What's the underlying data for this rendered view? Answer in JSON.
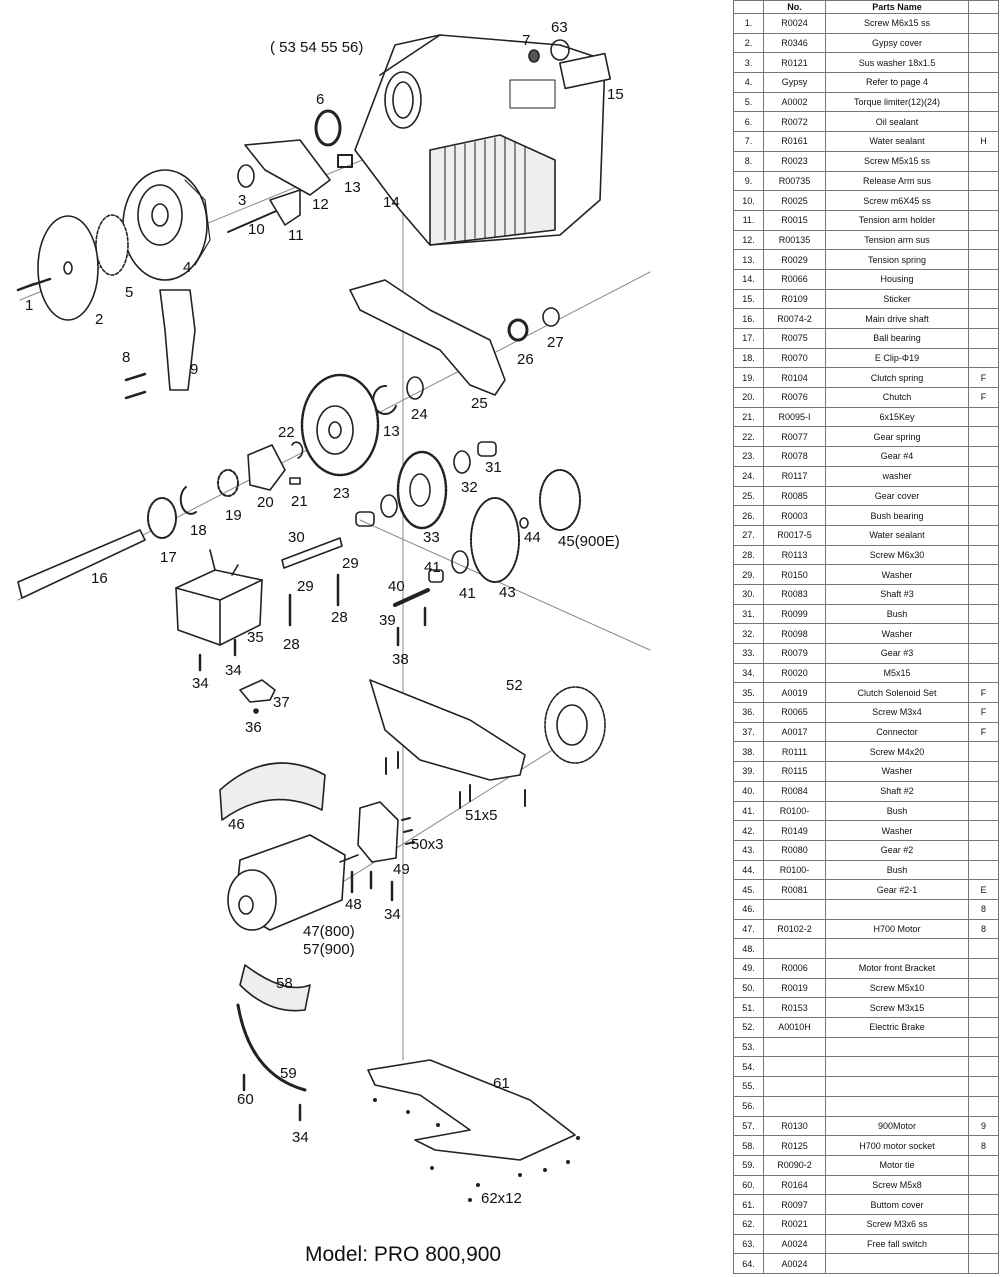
{
  "model_caption": "Model: PRO 800,900",
  "table": {
    "headers": [
      "",
      "No.",
      "Parts Name",
      ""
    ],
    "rows": [
      [
        "1.",
        "R0024",
        "Screw M6x15 ss",
        ""
      ],
      [
        "2.",
        "R0346",
        "Gypsy cover",
        ""
      ],
      [
        "3.",
        "R0121",
        "Sus washer 18x1.5",
        ""
      ],
      [
        "4.",
        "Gypsy",
        "Refer to page 4",
        ""
      ],
      [
        "5.",
        "A0002",
        "Torque limiter(12)(24)",
        ""
      ],
      [
        "6.",
        "R0072",
        "Oil sealant",
        ""
      ],
      [
        "7.",
        "R0161",
        "Water sealant",
        "H"
      ],
      [
        "8.",
        "R0023",
        "Screw M5x15 ss",
        ""
      ],
      [
        "9.",
        "R00735",
        "Release Arm sus",
        ""
      ],
      [
        "10.",
        "R0025",
        "Screw m6X45 ss",
        ""
      ],
      [
        "11.",
        "R0015",
        "Tension arm holder",
        ""
      ],
      [
        "12.",
        "R00135",
        "Tension arm sus",
        ""
      ],
      [
        "13.",
        "R0029",
        "Tension spring",
        ""
      ],
      [
        "14.",
        "R0066",
        "Housing",
        ""
      ],
      [
        "15.",
        "R0109",
        "Sticker",
        ""
      ],
      [
        "16.",
        "R0074-2",
        "Main drive shaft",
        ""
      ],
      [
        "17.",
        "R0075",
        "Ball bearing",
        ""
      ],
      [
        "18.",
        "R0070",
        "E Clip-Φ19",
        ""
      ],
      [
        "19.",
        "R0104",
        "Clutch spring",
        "F"
      ],
      [
        "20.",
        "R0076",
        "Chutch",
        "F"
      ],
      [
        "21.",
        "R0095-I",
        "6x15Key",
        ""
      ],
      [
        "22.",
        "R0077",
        "Gear spring",
        ""
      ],
      [
        "23.",
        "R0078",
        "Gear #4",
        ""
      ],
      [
        "24.",
        "R0117",
        "washer",
        ""
      ],
      [
        "25.",
        "R0085",
        "Gear cover",
        ""
      ],
      [
        "26.",
        "R0003",
        "Bush bearing",
        ""
      ],
      [
        "27.",
        "R0017-5",
        "Water sealant",
        ""
      ],
      [
        "28.",
        "R0113",
        "Screw M6x30",
        ""
      ],
      [
        "29.",
        "R0150",
        "Washer",
        ""
      ],
      [
        "30.",
        "R0083",
        "Shaft #3",
        ""
      ],
      [
        "31.",
        "R0099",
        "Bush",
        ""
      ],
      [
        "32.",
        "R0098",
        "Washer",
        ""
      ],
      [
        "33.",
        "R0079",
        "Gear #3",
        ""
      ],
      [
        "34.",
        "R0020",
        "M5x15",
        ""
      ],
      [
        "35.",
        "A0019",
        "Clutch Solenoid Set",
        "F"
      ],
      [
        "36.",
        "R0065",
        "Screw M3x4",
        "F"
      ],
      [
        "37.",
        "A0017",
        "Connector",
        "F"
      ],
      [
        "38.",
        "R0111",
        "Screw M4x20",
        ""
      ],
      [
        "39.",
        "R0115",
        "Washer",
        ""
      ],
      [
        "40.",
        "R0084",
        "Shaft #2",
        ""
      ],
      [
        "41.",
        "R0100-",
        "Bush",
        ""
      ],
      [
        "42.",
        "R0149",
        "Washer",
        ""
      ],
      [
        "43.",
        "R0080",
        "Gear #2",
        ""
      ],
      [
        "44.",
        "R0100-",
        "Bush",
        ""
      ],
      [
        "45.",
        "R0081",
        "Gear #2-1",
        "E"
      ],
      [
        "46.",
        "",
        "",
        "8"
      ],
      [
        "47.",
        "R0102-2",
        "H700 Motor",
        "8"
      ],
      [
        "48.",
        "",
        "",
        ""
      ],
      [
        "49.",
        "R0006",
        "Motor front Bracket",
        ""
      ],
      [
        "50.",
        "R0019",
        "Screw M5x10",
        ""
      ],
      [
        "51.",
        "R0153",
        "Screw M3x15",
        ""
      ],
      [
        "52.",
        "A0010H",
        "Electric Brake",
        ""
      ],
      [
        "53.",
        "",
        "",
        ""
      ],
      [
        "54.",
        "",
        "",
        ""
      ],
      [
        "55.",
        "",
        "",
        ""
      ],
      [
        "56.",
        "",
        "",
        ""
      ],
      [
        "57.",
        "R0130",
        "900Motor",
        "9"
      ],
      [
        "58.",
        "R0125",
        "H700 motor socket",
        "8"
      ],
      [
        "59.",
        "R0090-2",
        "Motor tie",
        ""
      ],
      [
        "60.",
        "R0164",
        "Screw M5x8",
        ""
      ],
      [
        "61.",
        "R0097",
        "Buttom cover",
        ""
      ],
      [
        "62.",
        "R0021",
        "Screw M3x6 ss",
        ""
      ],
      [
        "63.",
        "A0024",
        "Free fall switch",
        ""
      ],
      [
        "64.",
        "A0024",
        "",
        ""
      ]
    ]
  },
  "callouts": [
    "( 53 54 55 56)",
    "63",
    "7",
    "15",
    "6",
    "3",
    "13",
    "12",
    "14",
    "10",
    "11",
    "4",
    "5",
    "2",
    "1",
    "8",
    "9",
    "26",
    "27",
    "22",
    "13",
    "24",
    "25",
    "23",
    "21",
    "20",
    "19",
    "18",
    "31",
    "32",
    "33",
    "44",
    "45(900E)",
    "17",
    "16",
    "30",
    "29",
    "29",
    "28",
    "28",
    "40",
    "41",
    "41",
    "43",
    "39",
    "38",
    "35",
    "34",
    "34",
    "37",
    "36",
    "52",
    "51x5",
    "46",
    "50x3",
    "49",
    "48",
    "34",
    "47(800)",
    "57(900)",
    "58",
    "59",
    "60",
    "34",
    "61",
    "62x12"
  ]
}
